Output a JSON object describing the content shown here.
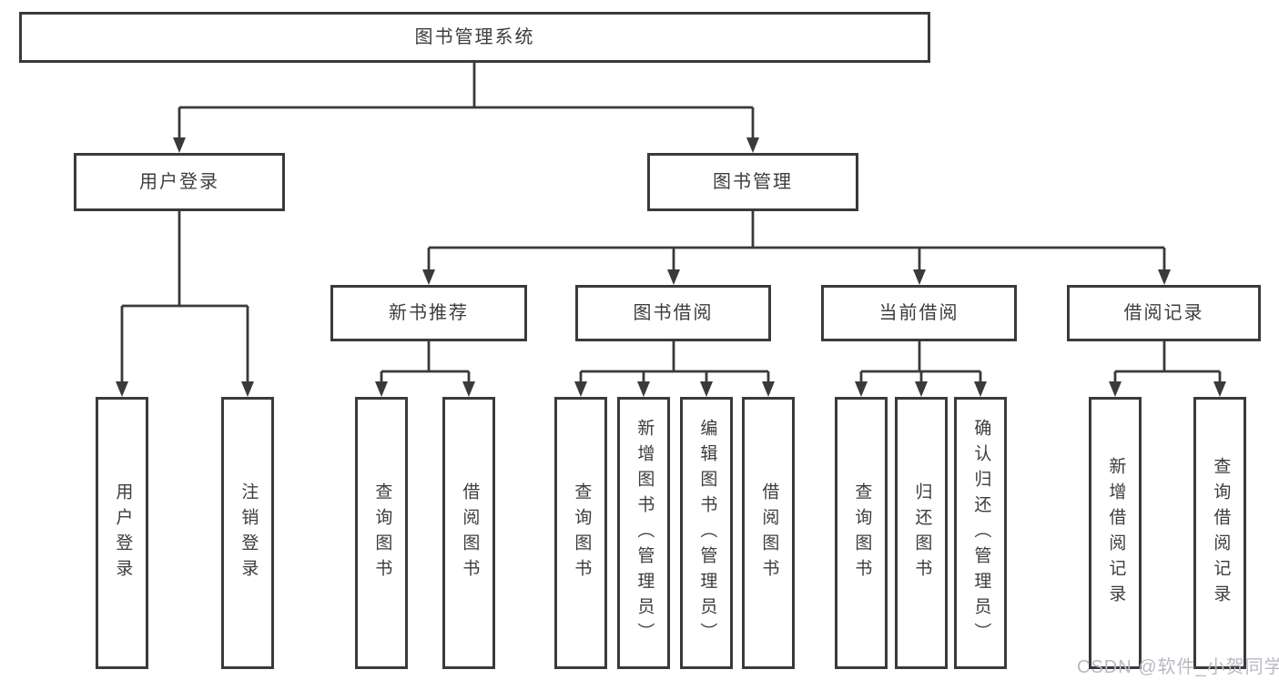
{
  "diagram": {
    "root": {
      "label": "图书管理系统"
    },
    "branches": [
      {
        "label": "用户登录",
        "children": [
          {
            "label": "用户登录"
          },
          {
            "label": "注销登录"
          }
        ]
      },
      {
        "label": "图书管理",
        "children": [
          {
            "label": "新书推荐",
            "children": [
              {
                "label": "查询图书"
              },
              {
                "label": "借阅图书"
              }
            ]
          },
          {
            "label": "图书借阅",
            "children": [
              {
                "label": "查询图书"
              },
              {
                "label": "新增图书（管理员）"
              },
              {
                "label": "编辑图书（管理员）"
              },
              {
                "label": "借阅图书"
              }
            ]
          },
          {
            "label": "当前借阅",
            "children": [
              {
                "label": "查询图书"
              },
              {
                "label": "归还图书"
              },
              {
                "label": "确认归还（管理员）"
              }
            ]
          },
          {
            "label": "借阅记录",
            "children": [
              {
                "label": "新增借阅记录"
              },
              {
                "label": "查询借阅记录"
              }
            ]
          }
        ]
      }
    ]
  },
  "watermark": {
    "text": "CSDN @软件_小贺同学"
  },
  "colors": {
    "line": "#3a3a3a",
    "text": "#3d3d3d",
    "watermark": "#b7bbc1",
    "background": "#ffffff"
  }
}
